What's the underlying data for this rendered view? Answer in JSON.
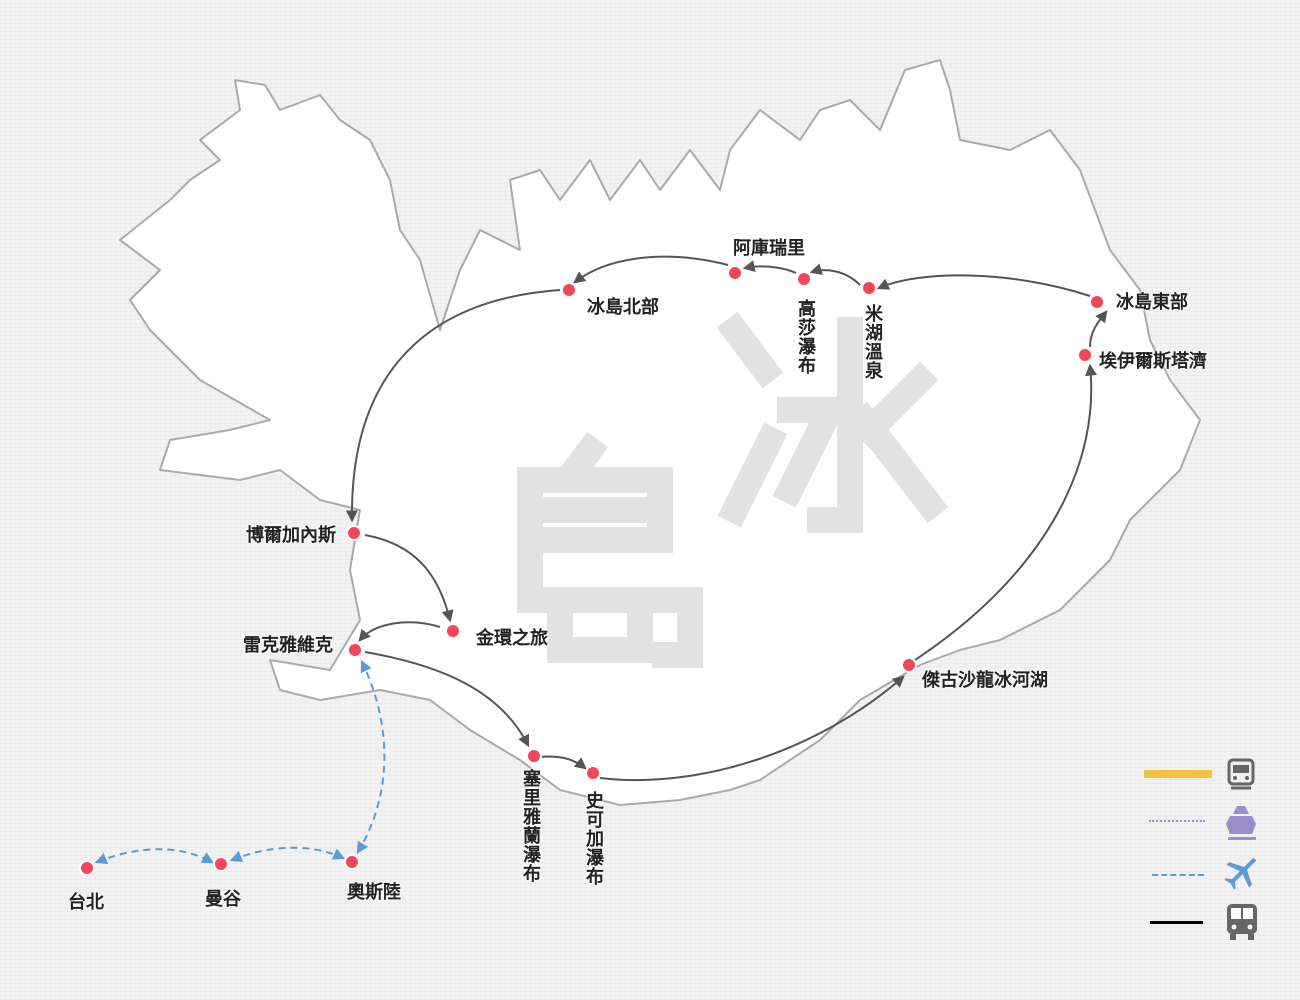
{
  "map": {
    "watermark": [
      "冰",
      "島"
    ],
    "colors": {
      "point": "#f2475a",
      "bus": "#555555",
      "flight": "#5b9bd5",
      "train": "#f7c242",
      "ship": "#9b8dc9",
      "coast": "#aaaaaa"
    },
    "places": {
      "taipei": "台北",
      "bangkok": "曼谷",
      "oslo": "奧斯陸",
      "reykjavik": "雷克雅維克",
      "borgarnes": "博爾加內斯",
      "golden_circle": "金環之旅",
      "seljalandsfoss": "塞里雅蘭瀑布",
      "skogafoss": "史可加瀑布",
      "jokulsarlon": "傑古沙龍冰河湖",
      "egilsstadir": "埃伊爾斯塔濟",
      "east_iceland": "冰島東部",
      "myvatn": "米湖溫泉",
      "godafoss": "高莎瀑布",
      "akureyri": "阿庫瑞里",
      "north_iceland": "冰島北部"
    },
    "legend": [
      {
        "mode": "train",
        "icon": "train-icon"
      },
      {
        "mode": "ship",
        "icon": "ship-icon"
      },
      {
        "mode": "flight",
        "icon": "airplane-icon"
      },
      {
        "mode": "bus",
        "icon": "bus-icon"
      }
    ]
  }
}
